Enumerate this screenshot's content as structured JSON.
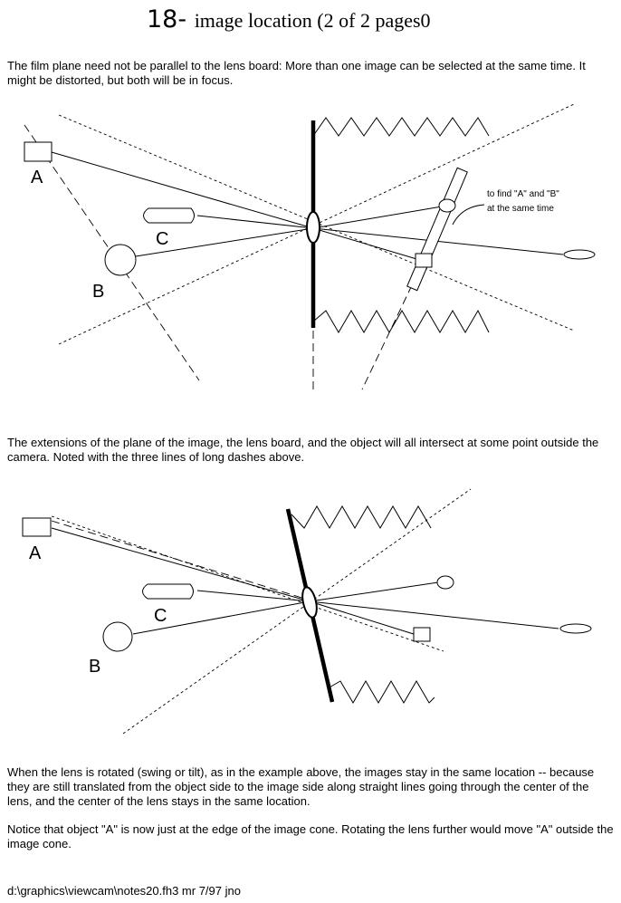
{
  "title": {
    "number": "18",
    "dash": "- ",
    "text": " image location (2 of 2  pages0"
  },
  "paragraphs": {
    "intro": "The film plane need not be parallel to the lens board: More than one  image can be selected at the same time. It   might be distorted, but both will be in focus.",
    "extensions": "The extensions of the plane of the image, the lens board, and the object will all  intersect at some point outside the camera. Noted with the three lines of long dashes above.",
    "rotated": "When the lens is rotated (swing or tilt), as in the example above, the images stay in the same location -- because they are still translated from the object side to the image side along straight lines going through the center of the lens, and the center of the lens stays in the same location.",
    "notice": "Notice that   object \"A\" is now just at the edge of the image cone. Rotating the lens further would move  \"A\" outside the image cone."
  },
  "diagram1": {
    "labels": {
      "a": "A",
      "b": "B",
      "c": "C"
    },
    "annotation": {
      "line1": "to find \"A\" and \"B\"",
      "line2": "at the same time"
    }
  },
  "diagram2": {
    "labels": {
      "a": "A",
      "b": "B",
      "c": "C"
    }
  },
  "footer": "d:\\graphics\\viewcam\\notes20.fh3   mr 7/97 jno"
}
